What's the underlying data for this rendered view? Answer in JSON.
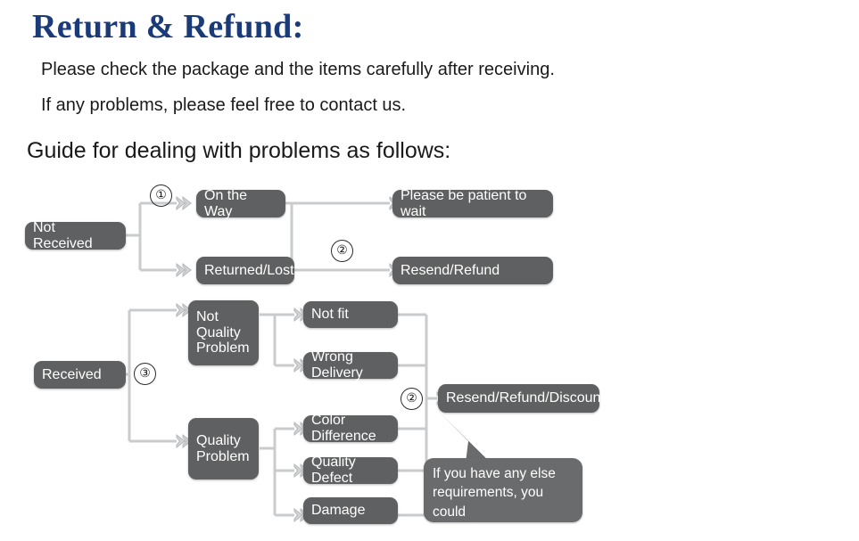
{
  "header": {
    "title": "Return & Refund:",
    "line1": "Please check the package and the items carefully after receiving.",
    "line2": "If any problems, please feel free to contact us.",
    "guide": "Guide for dealing with problems as follows:"
  },
  "flowchart": {
    "nodes": {
      "not_received": "Not Received",
      "on_the_way": "On the Way",
      "returned_lost": "Returned/Lost",
      "please_wait": "Please be patient to wait",
      "resend_refund": "Resend/Refund",
      "received": "Received",
      "not_quality_problem": "Not\nQuality\nProblem",
      "quality_problem": "Quality\nProblem",
      "not_fit": "Not fit",
      "wrong_delivery": "Wrong Delivery",
      "color_difference": "Color Difference",
      "quality_defect": "Quality Defect",
      "damage": "Damage",
      "resend_refund_discount": "Resend/Refund/Discount"
    },
    "markers": {
      "one": "①",
      "two_top": "②",
      "three": "③",
      "two_bottom": "②"
    },
    "callout": "If you have any else\nrequirements, you could\nalso tell us!"
  },
  "colors": {
    "title": "#1b3a78",
    "node_fill": "#5f6061",
    "node_text": "#ffffff",
    "connector": "#c9cbcc",
    "background": "#ffffff"
  }
}
